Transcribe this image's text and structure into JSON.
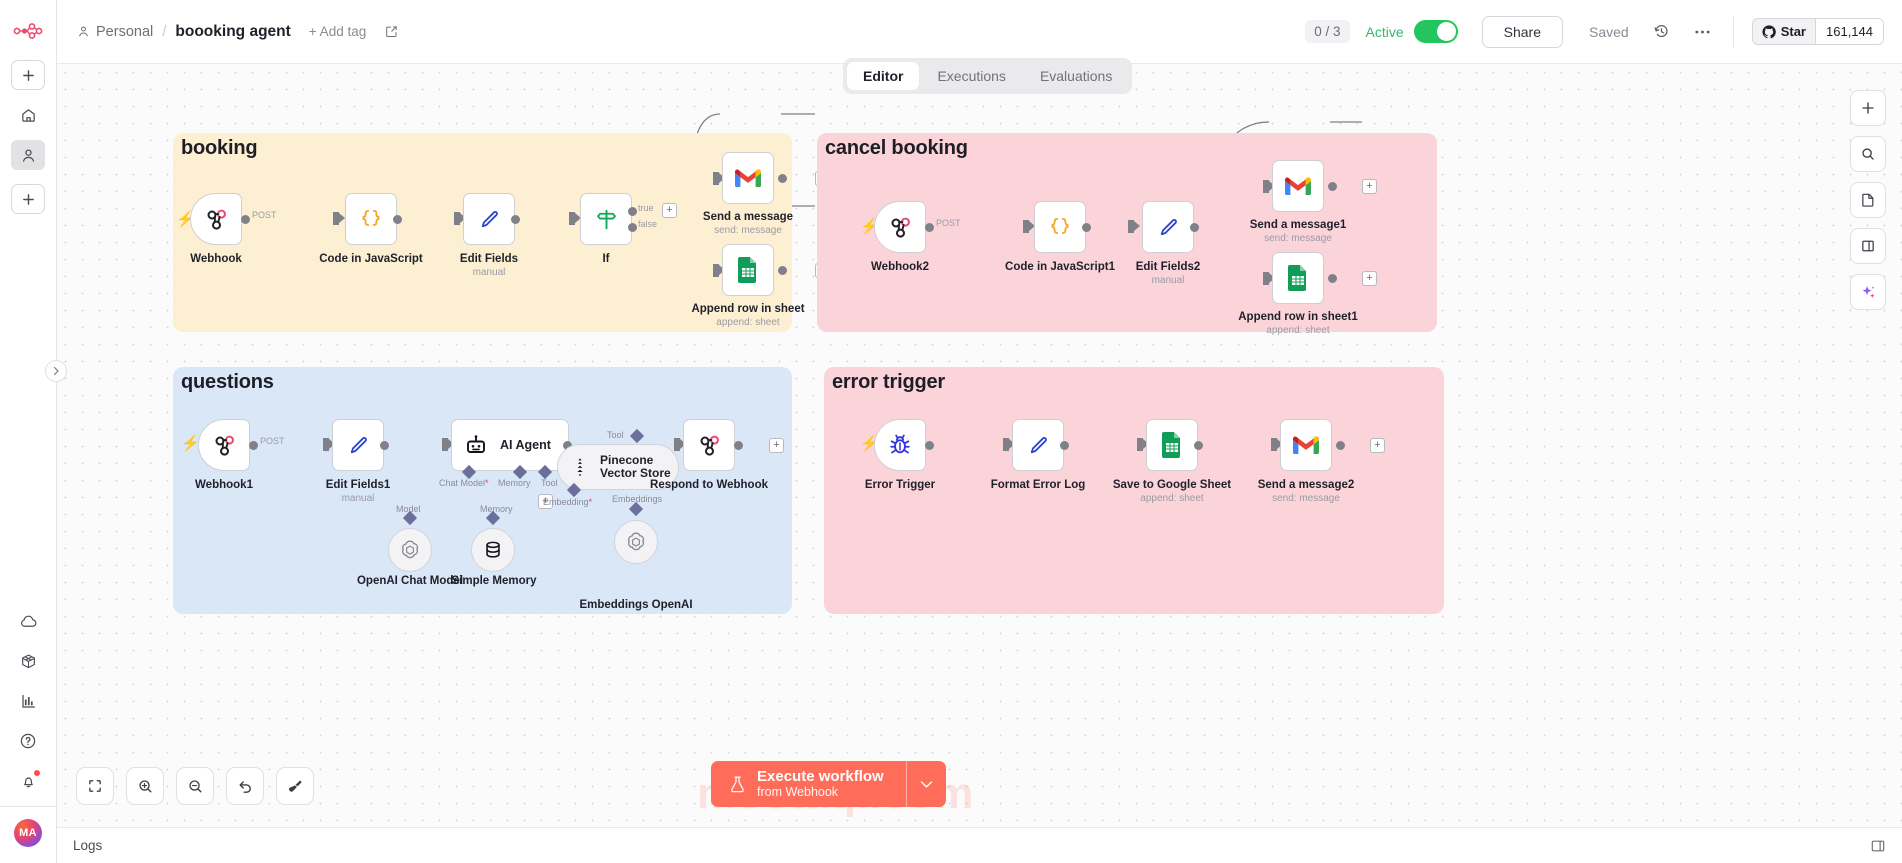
{
  "sidebar": {
    "logo": "n8n-logo",
    "top_buttons": [
      {
        "name": "create-new-button",
        "icon": "plus-icon"
      }
    ],
    "items": [
      {
        "name": "home",
        "icon": "home-icon",
        "active": false
      },
      {
        "name": "personal",
        "icon": "user-icon",
        "active": true
      },
      {
        "name": "add-project",
        "icon": "plus-icon",
        "active": false
      }
    ],
    "lower_items": [
      {
        "name": "cloud",
        "icon": "cloud-icon"
      },
      {
        "name": "templates",
        "icon": "box-icon"
      },
      {
        "name": "insights",
        "icon": "bar-chart-icon"
      },
      {
        "name": "help",
        "icon": "question-circle-icon"
      },
      {
        "name": "notifications",
        "icon": "bell-icon",
        "badge": true
      }
    ],
    "avatar_initials": "MA",
    "expand_icon": "chevron-right-icon"
  },
  "header": {
    "project": "Personal",
    "separator": "/",
    "workflow_name": "boooking agent",
    "add_tag": "+ Add tag",
    "edit_icon": "edit-square-icon",
    "counter": "0 / 3",
    "active_label": "Active",
    "toggle_on": true,
    "share_label": "Share",
    "saved_label": "Saved",
    "history_icon": "history-icon",
    "more_icon": "ellipsis-icon",
    "github_star_label": "Star",
    "github_star_count": "161,144"
  },
  "tabs": [
    {
      "label": "Editor",
      "active": true
    },
    {
      "label": "Executions",
      "active": false
    },
    {
      "label": "Evaluations",
      "active": false
    }
  ],
  "groups": [
    {
      "id": "booking",
      "title": "booking"
    },
    {
      "id": "cancel",
      "title": "cancel booking"
    },
    {
      "id": "questions",
      "title": "questions"
    },
    {
      "id": "error",
      "title": "error trigger"
    }
  ],
  "nodes": {
    "webhook": {
      "label": "Webhook",
      "sub": "",
      "icon": "webhook-icon"
    },
    "code_js": {
      "label": "Code in JavaScript",
      "sub": "",
      "icon": "code-braces-icon"
    },
    "edit_fields": {
      "label": "Edit Fields",
      "sub": "manual",
      "icon": "pen-icon"
    },
    "if_node": {
      "label": "If",
      "sub": "",
      "icon": "signpost-icon"
    },
    "send_message": {
      "label": "Send a message",
      "sub": "send: message",
      "icon": "gmail-icon"
    },
    "append_row": {
      "label": "Append row in sheet",
      "sub": "append: sheet",
      "icon": "google-sheets-icon"
    },
    "webhook2": {
      "label": "Webhook2",
      "sub": "",
      "icon": "webhook-icon"
    },
    "code_js1": {
      "label": "Code in JavaScript1",
      "sub": "",
      "icon": "code-braces-icon"
    },
    "edit_fields2": {
      "label": "Edit Fields2",
      "sub": "manual",
      "icon": "pen-icon"
    },
    "send_message1": {
      "label": "Send a message1",
      "sub": "send: message",
      "icon": "gmail-icon"
    },
    "append_row1": {
      "label": "Append row in sheet1",
      "sub": "append: sheet",
      "icon": "google-sheets-icon"
    },
    "webhook1": {
      "label": "Webhook1",
      "sub": "",
      "icon": "webhook-icon"
    },
    "edit_fields1": {
      "label": "Edit Fields1",
      "sub": "manual",
      "icon": "pen-icon"
    },
    "ai_agent": {
      "label": "AI Agent",
      "sub": "",
      "icon": "robot-icon"
    },
    "respond_webhook": {
      "label": "Respond to Webhook",
      "sub": "",
      "icon": "webhook-icon"
    },
    "openai_chat": {
      "label": "OpenAI Chat Model",
      "sub": "",
      "icon": "openai-icon"
    },
    "simple_memory": {
      "label": "Simple Memory",
      "sub": "",
      "icon": "database-icon"
    },
    "pinecone": {
      "label": "Pinecone Vector Store",
      "sub": "",
      "icon": "pinecone-icon"
    },
    "embeddings_openai": {
      "label": "Embeddings OpenAI",
      "sub": "",
      "icon": "openai-icon"
    },
    "error_trigger": {
      "label": "Error Trigger",
      "sub": "",
      "icon": "bug-icon"
    },
    "format_error_log": {
      "label": "Format Error Log",
      "sub": "",
      "icon": "pen-icon"
    },
    "save_google_sheet": {
      "label": "Save to Google Sheet",
      "sub": "append: sheet",
      "icon": "google-sheets-icon"
    },
    "send_message2": {
      "label": "Send a message2",
      "sub": "send: message",
      "icon": "gmail-icon"
    }
  },
  "connection_labels": {
    "post": "POST",
    "true": "true",
    "false": "false",
    "chat_model": "Chat Model",
    "memory": "Memory",
    "tool": "Tool",
    "model": "Model",
    "embedding": "Embedding",
    "embeddings": "Embeddings",
    "required_marker": "*",
    "plus": "+"
  },
  "right_tools": [
    {
      "name": "add-node-button",
      "icon": "plus-icon"
    },
    {
      "name": "search-nodes-button",
      "icon": "search-icon"
    },
    {
      "name": "sticky-note-button",
      "icon": "file-icon"
    },
    {
      "name": "panel-layout-button",
      "icon": "panel-split-icon"
    },
    {
      "name": "ai-assistant-button",
      "icon": "sparkles-icon"
    }
  ],
  "bottom_tools": [
    {
      "name": "zoom-to-fit-button",
      "icon": "fit-screen-icon"
    },
    {
      "name": "zoom-in-button",
      "icon": "zoom-in-icon"
    },
    {
      "name": "zoom-out-button",
      "icon": "zoom-out-icon"
    },
    {
      "name": "reset-zoom-button",
      "icon": "undo-icon"
    },
    {
      "name": "tidy-up-button",
      "icon": "broom-icon"
    }
  ],
  "execute": {
    "primary": "Execute workflow",
    "secondary": "from Webhook",
    "flask_icon": "flask-icon",
    "caret_icon": "chevron-down-icon",
    "color": "#ff6d5a"
  },
  "logbar": {
    "label": "Logs",
    "expand_icon": "expand-panel-icon"
  },
  "watermark": "mostaql.com",
  "colors": {
    "group_booking": "#fdf0d2",
    "group_cancel": "#fbd4da",
    "group_questions": "#d9e7f7",
    "group_error": "#fbd4da",
    "accent": "#ff6d5a",
    "active_green": "#22c55e"
  }
}
